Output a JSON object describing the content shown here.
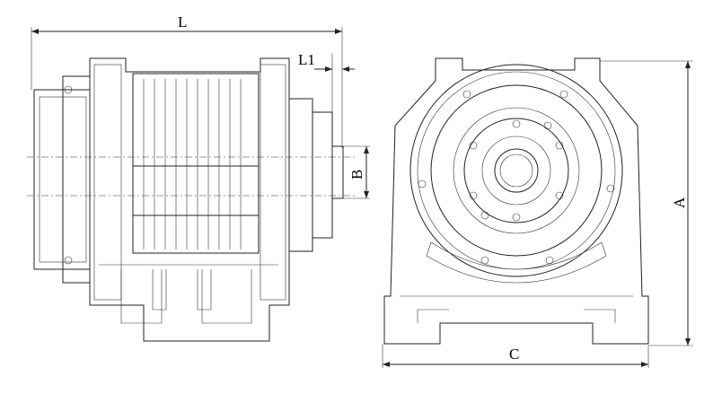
{
  "dimensions": {
    "L": "L",
    "L1": "L1",
    "B": "B",
    "A": "A",
    "C": "C"
  }
}
